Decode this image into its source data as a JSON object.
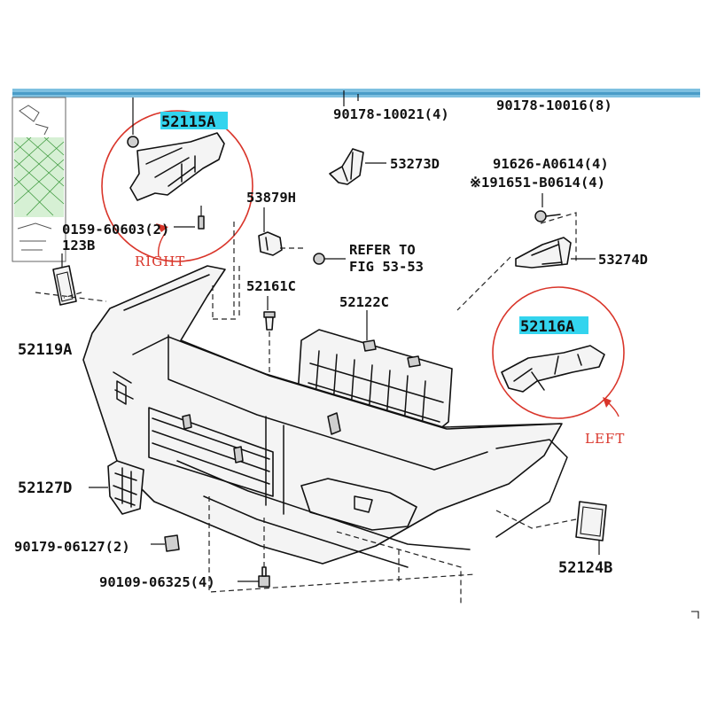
{
  "header_labels": {
    "left_partial": "90178-10021(4)",
    "right_partial": "90178-10016(8)"
  },
  "parts": {
    "p52115a": "52115A",
    "p53273d": "53273D",
    "p91626": "91626-A0614(4)",
    "p191651": "※191651-B0614(4)",
    "p53879h": "53879H",
    "p0159": "0159-60603(2)",
    "p123b": "123B",
    "p53274d": "53274D",
    "p52161c": "52161C",
    "p52122c": "52122C",
    "p52116a": "52116A",
    "p52119a": "52119A",
    "p52127d": "52127D",
    "p90179": "90179-06127(2)",
    "p90109": "90109-06325(4)",
    "p52124b": "52124B"
  },
  "refer": {
    "line1": "REFER TO",
    "line2": "FIG 53-53"
  },
  "callouts": {
    "right": "RIGHT",
    "left": "LEFT"
  },
  "colors": {
    "highlight": "#33d4ee",
    "callout_red": "#d9352a",
    "top_band": "#6ab4d8",
    "thumbnail_green": "#4caf50"
  }
}
